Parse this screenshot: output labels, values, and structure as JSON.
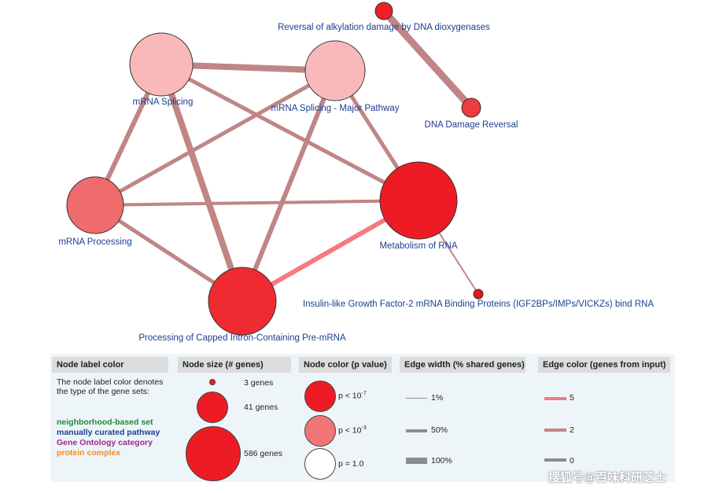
{
  "network": {
    "nodes": [
      {
        "id": "splicing",
        "label": "mRNA Splicing",
        "significance": "p < 10-3",
        "genes": "large",
        "color": "#f9b9bb"
      },
      {
        "id": "major",
        "label": "mRNA Splicing - Major Pathway",
        "significance": "p < 10-3",
        "genes": "large",
        "color": "#f9b9bb"
      },
      {
        "id": "alkyl",
        "label": "Reversal of alkylation damage by DNA dioxygenases",
        "significance": "p < 10-7",
        "genes": "small",
        "color": "#ee2027"
      },
      {
        "id": "dnadmg",
        "label": "DNA Damage Reversal",
        "significance": "p < 10-7",
        "genes": "small",
        "color": "#ee3b40"
      },
      {
        "id": "processing",
        "label": "mRNA Processing",
        "significance": "p < 10-3",
        "genes": "large",
        "color": "#ef6b6e"
      },
      {
        "id": "metab",
        "label": "Metabolism of RNA",
        "significance": "p < 10-7",
        "genes": "586",
        "color": "#ed1c24"
      },
      {
        "id": "igf",
        "label": "Insulin-like Growth Factor-2 mRNA Binding Proteins (IGF2BPs/IMPs/VICKZs) bind RNA",
        "significance": "p < 10-7",
        "genes": "3",
        "color": "#e2161e"
      },
      {
        "id": "capped",
        "label": "Processing of Capped Intron-Containing Pre-mRNA",
        "significance": "p < 10-7",
        "genes": "large",
        "color": "#ef2a30"
      }
    ],
    "edges": [
      {
        "from": "splicing",
        "to": "major",
        "color": "#c08585"
      },
      {
        "from": "splicing",
        "to": "metab",
        "color": "#c08585"
      },
      {
        "from": "splicing",
        "to": "processing",
        "color": "#c08585"
      },
      {
        "from": "splicing",
        "to": "capped",
        "color": "#c08585"
      },
      {
        "from": "major",
        "to": "processing",
        "color": "#c08585"
      },
      {
        "from": "major",
        "to": "capped",
        "color": "#c08585"
      },
      {
        "from": "major",
        "to": "metab",
        "color": "#c08585"
      },
      {
        "from": "processing",
        "to": "metab",
        "color": "#c08585"
      },
      {
        "from": "processing",
        "to": "capped",
        "color": "#c08585"
      },
      {
        "from": "capped",
        "to": "metab",
        "color": "#f77a7e"
      },
      {
        "from": "alkyl",
        "to": "dnadmg",
        "color": "#c08585"
      },
      {
        "from": "metab",
        "to": "igf",
        "color": "#c08585"
      }
    ]
  },
  "legend": {
    "label_color": {
      "heading": "Node label color",
      "description": "The node label color denotes the type of the gene sets:",
      "categories": [
        {
          "label": "neighborhood-based set",
          "color": "#1e8a3a"
        },
        {
          "label": "manually curated pathway",
          "color": "#1c3f8f"
        },
        {
          "label": "Gene Ontology category",
          "color": "#9b2a8a"
        },
        {
          "label": "protein complex",
          "color": "#f08c1e"
        }
      ]
    },
    "node_size": {
      "heading": "Node size (# genes)",
      "items": [
        "3 genes",
        "41 genes",
        "586 genes"
      ]
    },
    "node_color": {
      "heading": "Node color (p value)",
      "items": [
        {
          "label": "p < 10",
          "exp": "-7",
          "color": "#ed1c24"
        },
        {
          "label": "p < 10",
          "exp": "-3",
          "color": "#f07577"
        },
        {
          "label": "p = 1.0",
          "exp": "",
          "color": "#ffffff"
        }
      ]
    },
    "edge_width": {
      "heading": "Edge width (% shared genes)",
      "items": [
        "1%",
        "50%",
        "100%"
      ]
    },
    "edge_color": {
      "heading": "Edge color (genes from input)",
      "items": [
        {
          "label": "5",
          "color": "#f27b7e"
        },
        {
          "label": "2",
          "color": "#c08585"
        },
        {
          "label": "0",
          "color": "#8c8c8c"
        }
      ]
    }
  },
  "watermark": "搜狐号@百味科研芝士"
}
